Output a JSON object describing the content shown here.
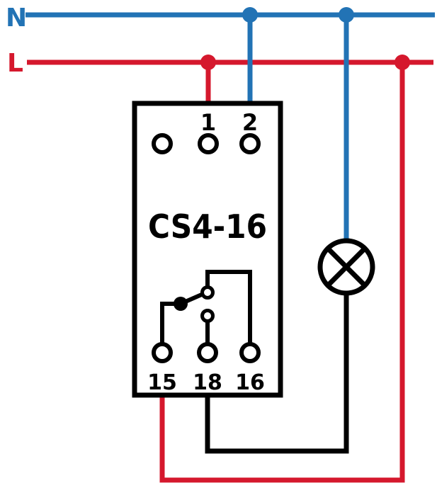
{
  "colors": {
    "neutral_blue": "#2273b5",
    "line_red": "#d5182d",
    "wire_black": "#000000",
    "background": "#ffffff"
  },
  "bus": {
    "neutral_label": "N",
    "line_label": "L"
  },
  "device": {
    "model": "CS4-16",
    "top_terminals": [
      "",
      "1",
      "2"
    ],
    "bottom_terminals": [
      "15",
      "18",
      "16"
    ]
  },
  "components": {
    "lamp": "lamp-symbol",
    "contact": "changeover-contact-15-18-16"
  }
}
